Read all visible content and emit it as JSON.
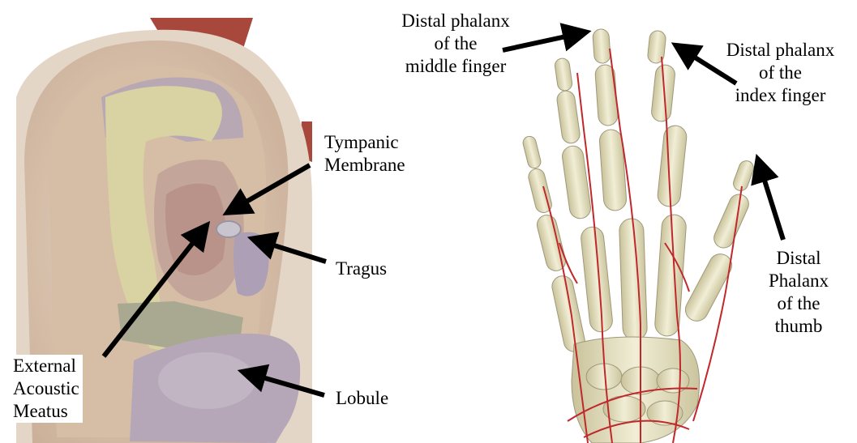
{
  "ear": {
    "labels": {
      "tympanic_membrane": [
        "Tympanic",
        "Membrane"
      ],
      "tragus": [
        "Tragus"
      ],
      "lobule": [
        "Lobule"
      ],
      "external_acoustic_meatus": [
        "External",
        "Acoustic",
        "Meatus"
      ]
    }
  },
  "hand": {
    "labels": {
      "distal_phalanx_middle": [
        "Distal phalanx",
        "of the",
        "middle finger"
      ],
      "distal_phalanx_index": [
        "Distal phalanx",
        "of the",
        "index finger"
      ],
      "distal_phalanx_thumb": [
        "Distal",
        "Phalanx",
        "of the",
        "thumb"
      ]
    }
  },
  "colors": {
    "skin": "#d9c3ae",
    "skin_light": "#e9dccd",
    "cartilage_yellow": "#d8d2a0",
    "cartilage_purple": "#b9aab8",
    "bone": "#e8e4c4",
    "artery": "#c0282b",
    "flesh_red": "#b0443a"
  }
}
